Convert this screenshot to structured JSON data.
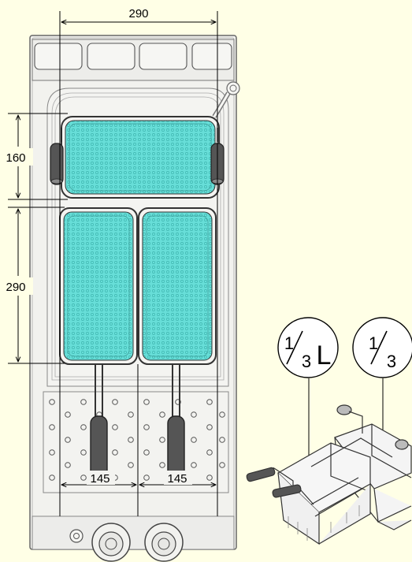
{
  "dimensions": {
    "top_width": "290",
    "left_top_height": "160",
    "left_bottom_height": "290",
    "bottom_left_width": "145",
    "bottom_right_width": "145"
  },
  "callouts": {
    "large": {
      "num": "1",
      "den": "3",
      "suffix": "L"
    },
    "small": {
      "num": "1",
      "den": "3"
    }
  },
  "colors": {
    "background": "#ffffe6",
    "basket_fill": "#67ded8",
    "handle": "#555555",
    "line": "#222222"
  },
  "icons": [
    "fryer-top-view",
    "basket-perspective-drawing",
    "control-knob-icon",
    "pilot-light-icon"
  ]
}
